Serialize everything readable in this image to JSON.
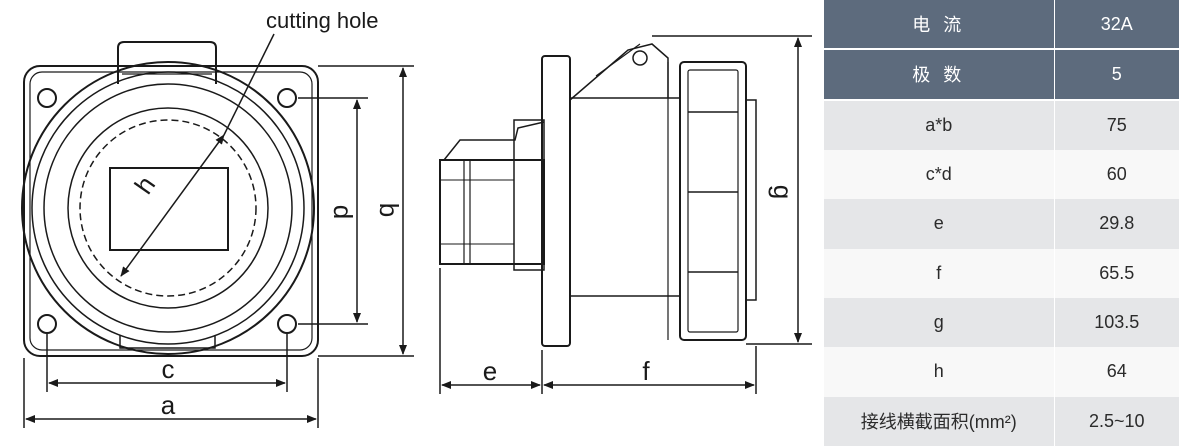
{
  "diagram": {
    "title": "cutting hole",
    "dims": {
      "a": "a",
      "b": "b",
      "c": "c",
      "d": "d",
      "e": "e",
      "f": "f",
      "g": "g",
      "h": "h"
    }
  },
  "table": {
    "header": [
      {
        "key": "电 流",
        "value": "32A"
      },
      {
        "key": "极 数",
        "value": "5"
      }
    ],
    "rows": [
      {
        "key": "a*b",
        "value": "75"
      },
      {
        "key": "c*d",
        "value": "60"
      },
      {
        "key": "e",
        "value": "29.8"
      },
      {
        "key": "f",
        "value": "65.5"
      },
      {
        "key": "g",
        "value": "103.5"
      },
      {
        "key": "h",
        "value": "64"
      },
      {
        "key": "接线横截面积(mm²)",
        "value": "2.5~10"
      }
    ],
    "colors": {
      "header_bg": "#5d6b7d",
      "row_shade": "#e5e6e8"
    }
  }
}
